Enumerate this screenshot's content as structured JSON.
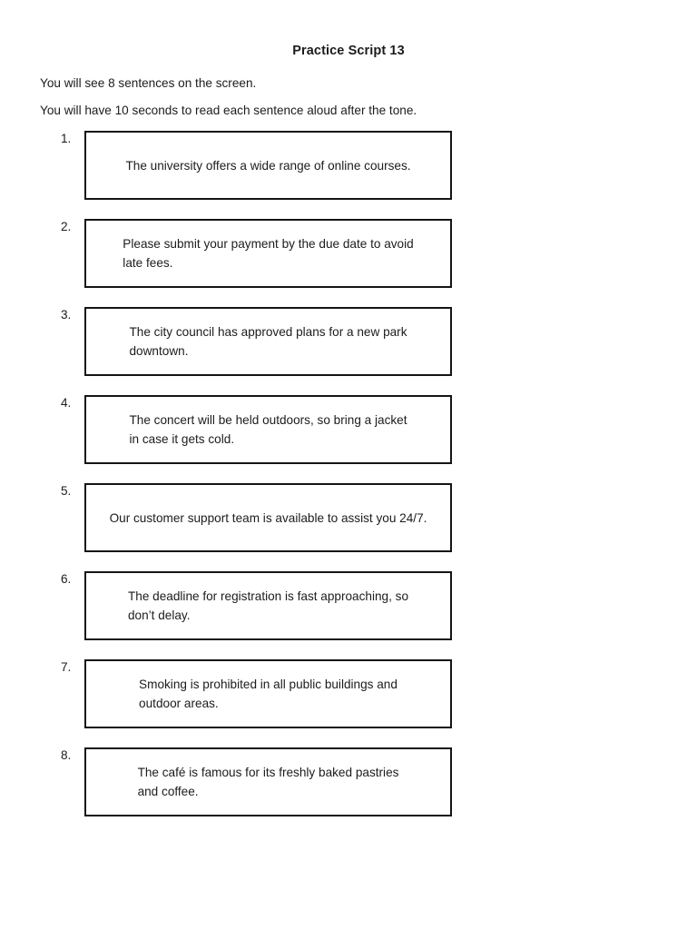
{
  "title": "Practice Script 13",
  "instructions": {
    "line1": "You will see 8 sentences on the screen.",
    "line2": "You will have 10 seconds to read each sentence aloud after the tone."
  },
  "items": [
    {
      "number": "1.",
      "text": "The university offers a wide range of online courses."
    },
    {
      "number": "2.",
      "text": "Please submit your payment by the due date to avoid\nlate fees."
    },
    {
      "number": "3.",
      "text": "The city council has approved plans for a new park\ndowntown."
    },
    {
      "number": "4.",
      "text": "The concert will be held outdoors, so bring a jacket\nin case it gets cold."
    },
    {
      "number": "5.",
      "text": "Our customer support team is available to assist you 24/7."
    },
    {
      "number": "6.",
      "text": "The deadline for registration is fast approaching, so\ndon’t delay."
    },
    {
      "number": "7.",
      "text": "Smoking is prohibited in all public buildings and\noutdoor areas."
    },
    {
      "number": "8.",
      "text": "The café is famous for its freshly baked pastries\nand coffee."
    }
  ],
  "colors": {
    "background": "#ffffff",
    "text": "#1c1c1c",
    "box_border": "#151515"
  }
}
